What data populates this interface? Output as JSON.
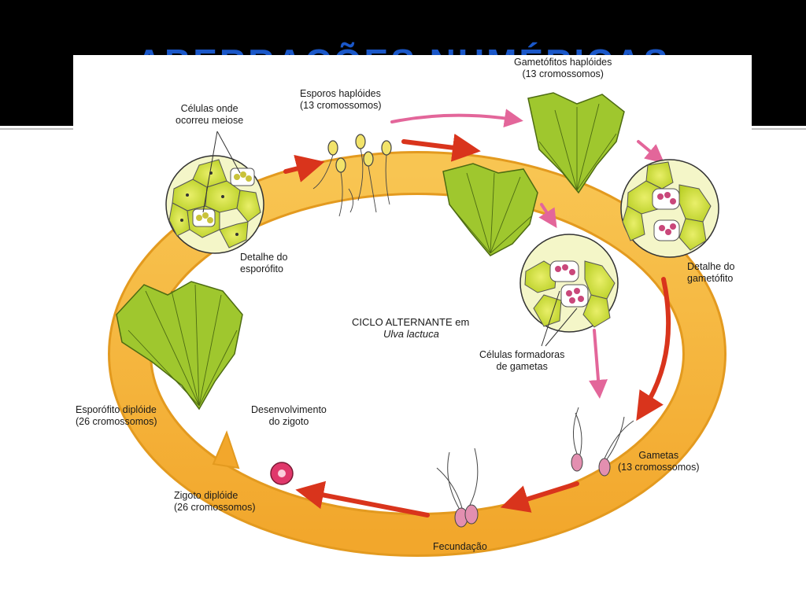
{
  "slide": {
    "title": "ABERRAÇÕES NUMÉRICAS"
  },
  "diagram": {
    "center_title": {
      "line1": "CICLO ALTERNANTE em",
      "line2": "Ulva lactuca"
    },
    "labels": {
      "celulas_meiose": {
        "line1": "Células onde",
        "line2": "ocorreu meiose"
      },
      "esporos": {
        "line1": "Esporos haplóides",
        "line2": "(13 cromossomos)"
      },
      "gametofitos": {
        "line1": "Gametófitos haplóides",
        "line2": "(13 cromossomos)"
      },
      "detalhe_esporofito": {
        "line1": "Detalhe do",
        "line2": "esporófito"
      },
      "detalhe_gametofito": {
        "line1": "Detalhe do",
        "line2": "gametófito"
      },
      "celulas_gametas": {
        "line1": "Células formadoras",
        "line2": "de gametas"
      },
      "esporofito": {
        "line1": "Esporófito diplóide",
        "line2": "(26 cromossomos)"
      },
      "desenvolvimento": {
        "line1": "Desenvolvimento",
        "line2": "do zigoto"
      },
      "gametas": {
        "line1": "Gametas",
        "line2": "(13 cromossomos)"
      },
      "zigoto": {
        "line1": "Zigoto diplóide",
        "line2": "(26 cromossomos)"
      },
      "fecundacao": {
        "line1": "Fecundação"
      }
    },
    "colors": {
      "ring": "#f6b93a",
      "ring_edge": "#e39a1f",
      "arrow_red": "#d9341c",
      "arrow_pink": "#e3669a",
      "thallus": "#9fc72e",
      "thallus_dark": "#4d6b12",
      "cell": "#d8e33a",
      "nucleus_pink": "#c9477a"
    }
  }
}
